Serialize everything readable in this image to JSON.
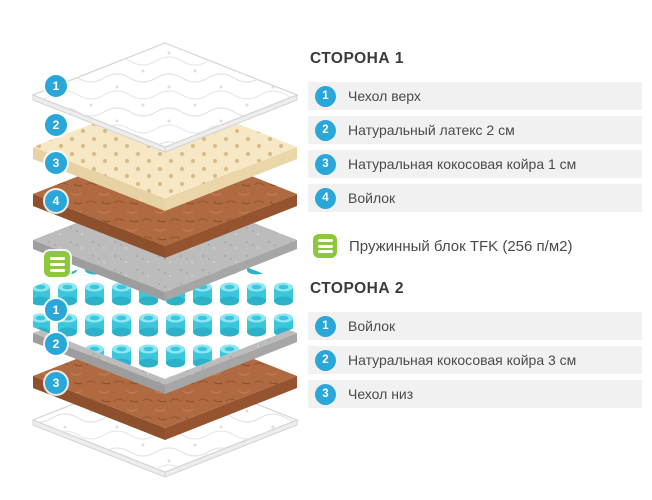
{
  "colors": {
    "accent_blue": "#2aa7d9",
    "accent_green": "#8dc63f",
    "row_background": "#f1f1f1",
    "text": "#4a4a4a",
    "cover": "#ffffff",
    "latex": "#f6e8c5",
    "coir": "#b06a41",
    "felt": "#bcbcbc",
    "spring": "#3cc6db"
  },
  "diagram": {
    "markers_side1": [
      "1",
      "2",
      "3",
      "4"
    ],
    "markers_side2": [
      "1",
      "2",
      "3"
    ]
  },
  "panel": {
    "section1": {
      "title": "СТОРОНА 1",
      "items": [
        {
          "num": "1",
          "label": "Чехол верх"
        },
        {
          "num": "2",
          "label": "Натуральный латекс 2 см"
        },
        {
          "num": "3",
          "label": "Натуральная кокосовая койра 1 см"
        },
        {
          "num": "4",
          "label": "Войлок"
        }
      ]
    },
    "spring_row": {
      "label": "Пружинный блок TFK (256 п/м2)"
    },
    "section2": {
      "title": "СТОРОНА 2",
      "items": [
        {
          "num": "1",
          "label": "Войлок"
        },
        {
          "num": "2",
          "label": "Натуральная кокосовая койра 3 см"
        },
        {
          "num": "3",
          "label": "Чехол низ"
        }
      ]
    }
  }
}
